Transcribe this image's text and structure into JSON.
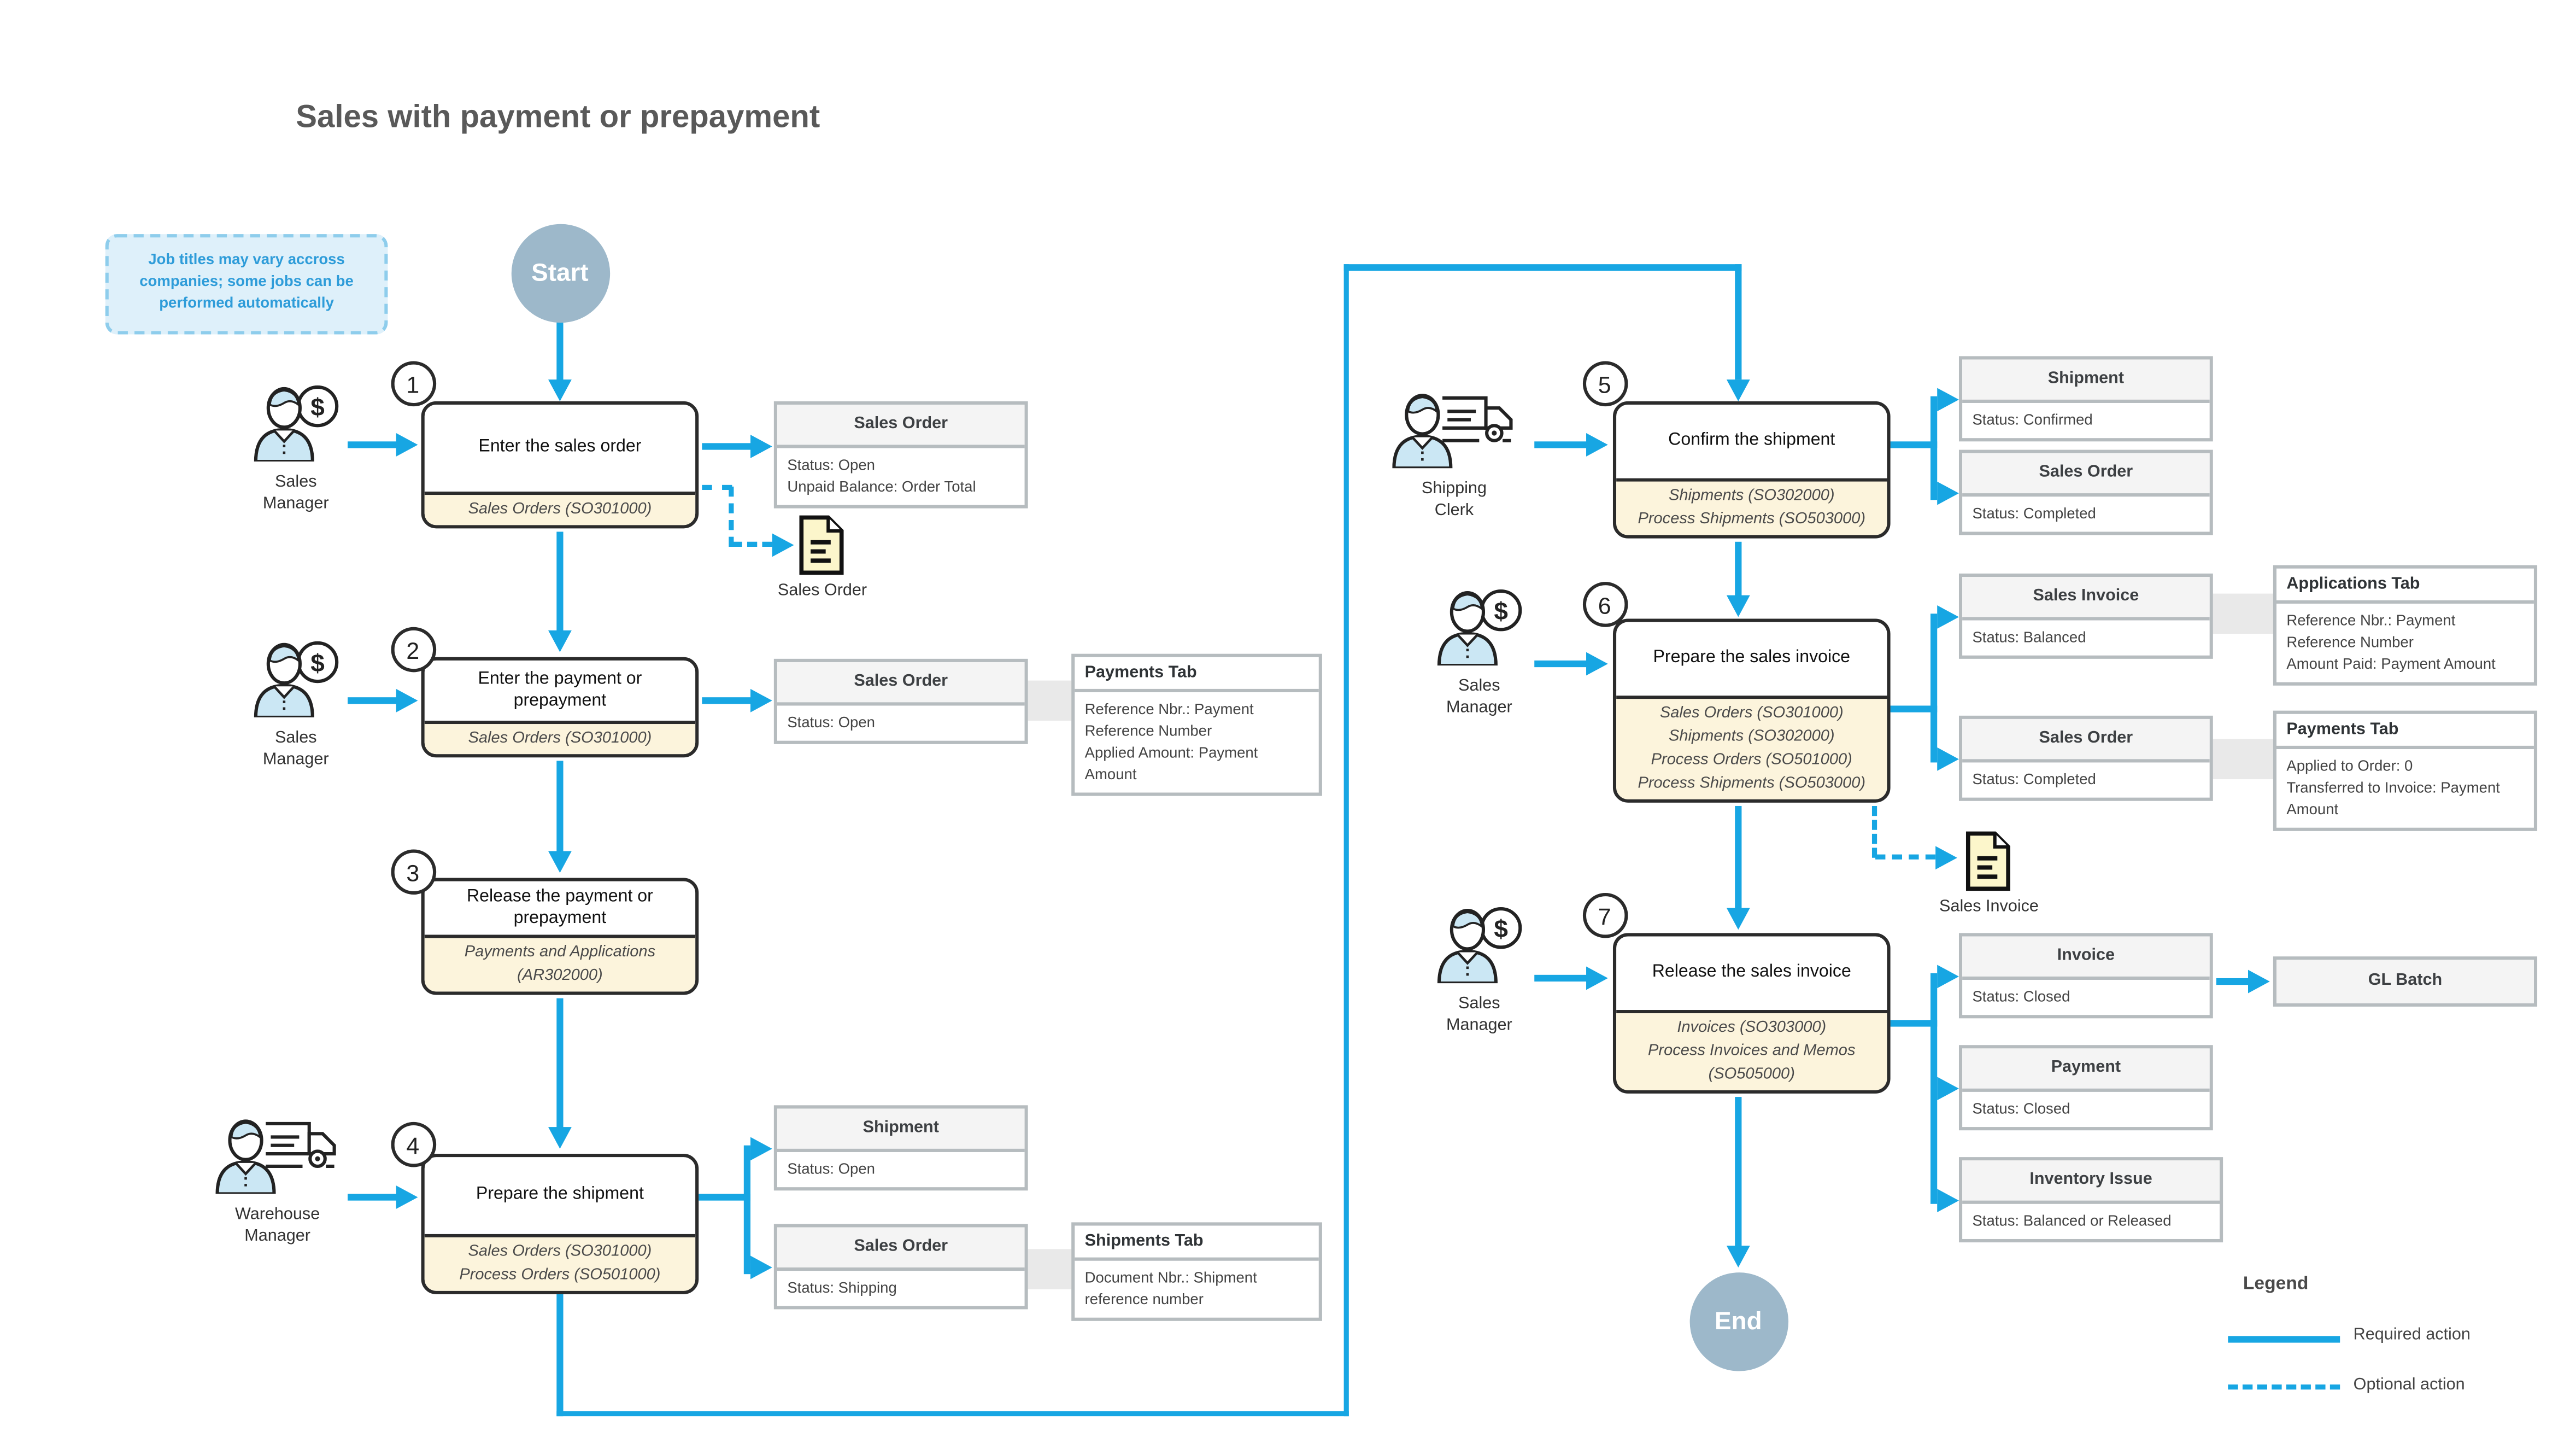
{
  "title": "Sales with payment or prepayment",
  "note": "Job titles may vary accross companies; some jobs can be performed automatically",
  "terminals": {
    "start": "Start",
    "end": "End"
  },
  "colors": {
    "arrow": "#17A6E3",
    "stepBorder": "#2B2B2B",
    "screenBg": "#FCF4DC",
    "noteBg": "#DEF0FA",
    "noteBorder": "#8ECDEC",
    "noteText": "#2E9CD9",
    "terminalBg": "#9DB8CA",
    "infoBorder": "#B6BCBF",
    "infoHeaderBg": "#F4F4F4",
    "docBg": "#FCF6CB"
  },
  "steps": [
    {
      "num": "1",
      "title": "Enter the sales order",
      "screens": [
        "Sales Orders (SO301000)"
      ],
      "actor": "Sales Manager"
    },
    {
      "num": "2",
      "title": "Enter the payment or prepayment",
      "screens": [
        "Sales Orders (SO301000)"
      ],
      "actor": "Sales Manager"
    },
    {
      "num": "3",
      "title": "Release the payment or prepayment",
      "screens": [
        "Payments and Applications (AR302000)"
      ]
    },
    {
      "num": "4",
      "title": "Prepare the shipment",
      "screens": [
        "Sales Orders (SO301000)",
        "Process Orders (SO501000)"
      ],
      "actor": "Warehouse Manager"
    },
    {
      "num": "5",
      "title": "Confirm the shipment",
      "screens": [
        "Shipments (SO302000)",
        "Process Shipments (SO503000)"
      ],
      "actor": "Shipping Clerk"
    },
    {
      "num": "6",
      "title": "Prepare the sales invoice",
      "screens": [
        "Sales Orders (SO301000)",
        "Shipments (SO302000)",
        "Process Orders (SO501000)",
        "Process Shipments (SO503000)"
      ],
      "actor": "Sales Manager"
    },
    {
      "num": "7",
      "title": "Release the sales invoice",
      "screens": [
        "Invoices (SO303000)",
        "Process Invoices and Memos (SO505000)"
      ],
      "actor": "Sales Manager"
    }
  ],
  "artifacts": {
    "so1": {
      "title": "Sales Order",
      "lines": [
        "Status: Open",
        "Unpaid Balance: Order Total"
      ]
    },
    "doc1": {
      "label": "Sales Order"
    },
    "so2": {
      "title": "Sales Order",
      "lines": [
        "Status: Open"
      ]
    },
    "paymentsTab2": {
      "title": "Payments Tab",
      "lines": [
        "Reference Nbr.: Payment Reference Number",
        "Applied Amount: Payment Amount"
      ]
    },
    "ship4": {
      "title": "Shipment",
      "lines": [
        "Status: Open"
      ]
    },
    "so4": {
      "title": "Sales Order",
      "lines": [
        "Status: Shipping"
      ]
    },
    "shipmentsTab4": {
      "title": "Shipments Tab",
      "lines": [
        "Document Nbr.: Shipment reference number"
      ]
    },
    "ship5": {
      "title": "Shipment",
      "lines": [
        "Status: Confirmed"
      ]
    },
    "so5": {
      "title": "Sales Order",
      "lines": [
        "Status: Completed"
      ]
    },
    "salesInvoice6": {
      "title": "Sales Invoice",
      "lines": [
        "Status: Balanced"
      ]
    },
    "applicationsTab6": {
      "title": "Applications Tab",
      "lines": [
        "Reference Nbr.: Payment Reference Number",
        "Amount Paid: Payment Amount"
      ]
    },
    "so6": {
      "title": "Sales Order",
      "lines": [
        "Status: Completed"
      ]
    },
    "paymentsTab6": {
      "title": "Payments Tab",
      "lines": [
        "Applied to Order: 0",
        "Transferred to Invoice: Payment Amount"
      ]
    },
    "doc6": {
      "label": "Sales Invoice"
    },
    "invoice7": {
      "title": "Invoice",
      "lines": [
        "Status: Closed"
      ]
    },
    "glBatch7": {
      "title": "GL Batch"
    },
    "payment7": {
      "title": "Payment",
      "lines": [
        "Status: Closed"
      ]
    },
    "inventoryIssue7": {
      "title": "Inventory Issue",
      "lines": [
        "Status: Balanced or Released"
      ]
    }
  },
  "legend": {
    "title": "Legend",
    "items": [
      {
        "label": "Required action",
        "style": "solid"
      },
      {
        "label": "Optional action",
        "style": "dashed"
      }
    ]
  }
}
